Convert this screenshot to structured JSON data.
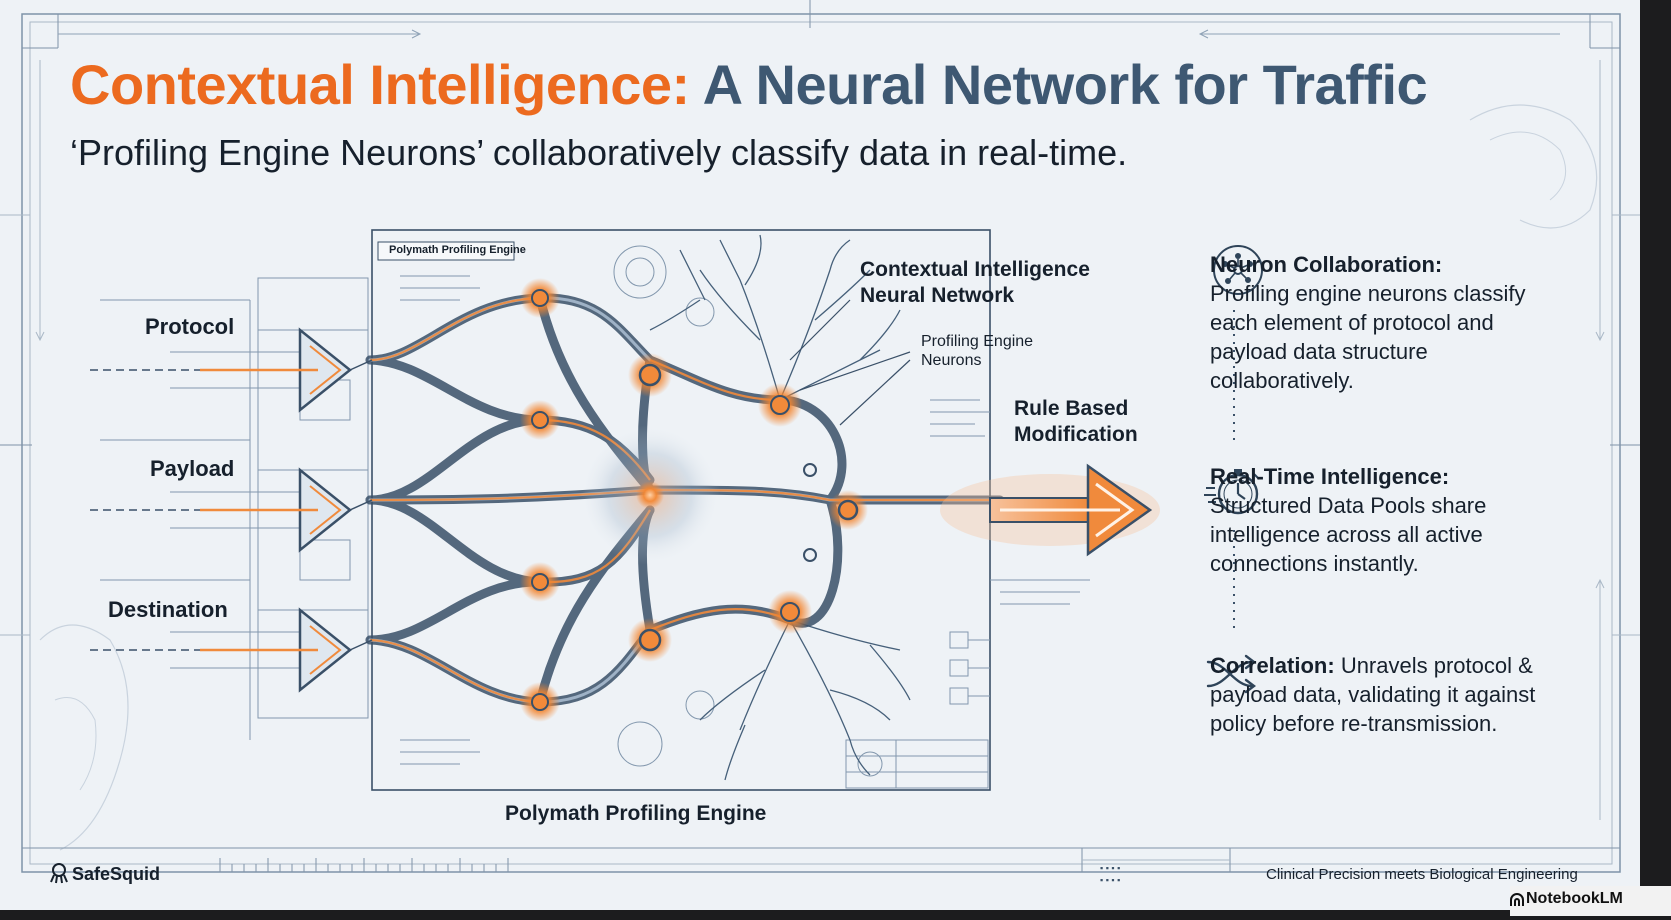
{
  "title": {
    "highlight": "Contextual Intelligence:",
    "rest": "A Neural Network for Traffic"
  },
  "subtitle": "‘Profiling Engine Neurons’ collaboratively classify data in real-time.",
  "diagram": {
    "inner_tag": "Polymath Profiling Engine",
    "inputs": [
      "Protocol",
      "Payload",
      "Destination"
    ],
    "network_label_line1": "Contextual Intelligence",
    "network_label_line2": "Neural Network",
    "neurons_label_line1": "Profiling Engine",
    "neurons_label_line2": "Neurons",
    "output_label_line1": "Rule Based",
    "output_label_line2": "Modification",
    "caption": "Polymath Profiling Engine"
  },
  "features": [
    {
      "icon": "network-nodes-icon",
      "title": "Neuron Collaboration:",
      "body": "Profiling engine neurons classify each element of protocol and payload data structure collaboratively."
    },
    {
      "icon": "stopwatch-icon",
      "title": "Real-Time Intelligence:",
      "body": "Structured Data Pools share intelligence across all active connections instantly."
    },
    {
      "icon": "shuffle-icon",
      "title": "Correlation:",
      "body": "Unravels protocol & payload data, validating it against policy before re-transmission."
    }
  ],
  "footer": {
    "brand": "SafeSquid",
    "tagline": "Clinical Precision meets Biological Engineering",
    "watermark": "NotebookLM"
  },
  "colors": {
    "accent": "#ec6a1f",
    "title_blue": "#3e5872",
    "line": "#3a5068",
    "background": "#eef2f6"
  }
}
